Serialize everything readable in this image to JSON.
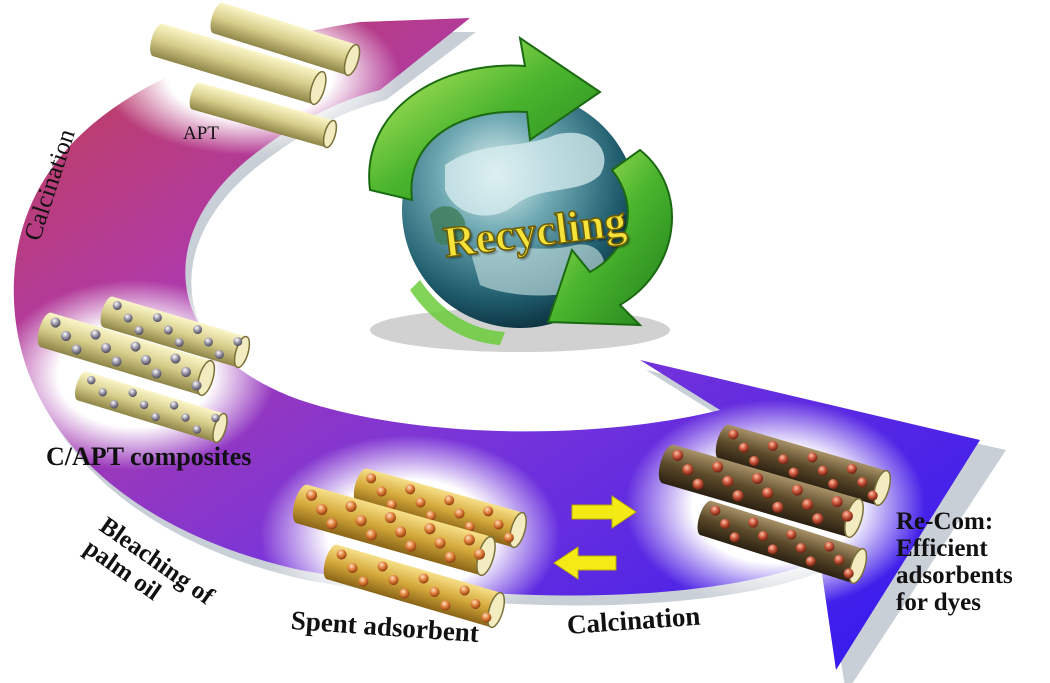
{
  "labels": {
    "apt": "APT",
    "composites": "C/APT composites",
    "spent": "Spent adsorbent",
    "calcination_bottom": "Calcination",
    "calcination_left": "Calcination",
    "bleaching": "Bleaching of\npalm oil",
    "recom": "Re-Com:\nEfficient\nadsorbents\nfor dyes",
    "recycling": "Recycling"
  },
  "colors": {
    "ring_red": "#c2404a",
    "ring_magenta": "#b03aa6",
    "ring_violet": "#7a35d8",
    "ring_blue": "#2b17f2",
    "rod_pristine": "#d6cd8a",
    "rod_spent": "#d4a83a",
    "rod_recom": "#5c4a2a",
    "particle_grey": "#9a95a6",
    "particle_orange": "#e0803a",
    "particle_red": "#c8553a",
    "arrow_yellow": "#f4ea15",
    "globe_green": "#3fae2c",
    "text_yellow": "#f5e23a"
  },
  "icons": {
    "globe": "globe-icon",
    "recycle": "recycle-arrows-icon",
    "exchange": "exchange-arrows-icon"
  }
}
